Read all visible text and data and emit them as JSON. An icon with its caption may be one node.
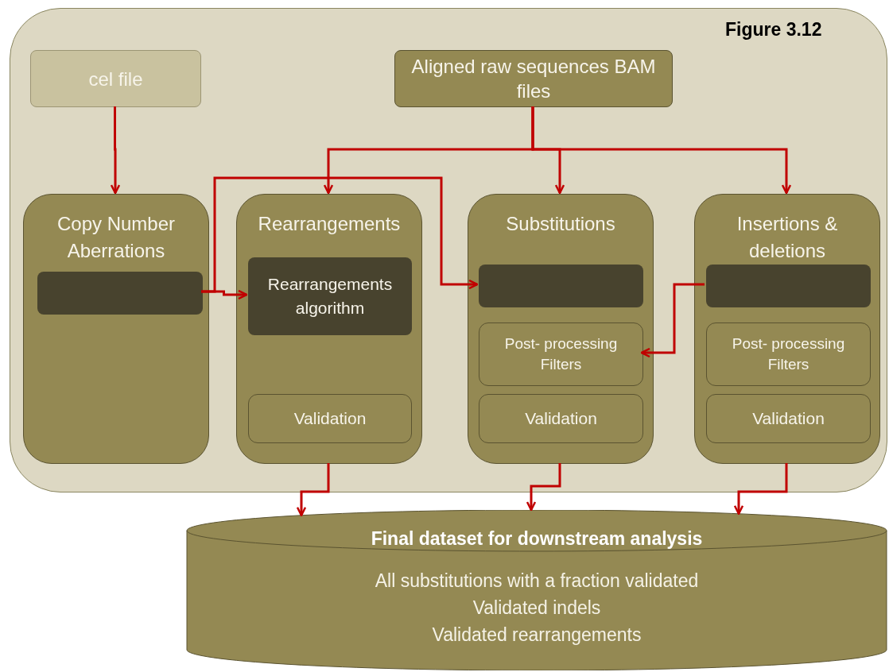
{
  "diagram": {
    "nodes": [
      {
        "text": [],
        "shape": "box"
      },
      {
        "text": [
          "cel file"
        ],
        "in": 0
      },
      {
        "text": [
          "Aligned raw sequences BAM files"
        ],
        "in": 0
      },
      {
        "text": [
          "Copy Number Aberrations"
        ],
        "in": 0
      },
      {
        "text": [],
        "shape": "box",
        "in": 3
      },
      {
        "text": [
          "Rearrangements"
        ],
        "in": 0
      },
      {
        "text": [
          "Rearrangements algorithm"
        ],
        "in": 5
      },
      {
        "text": [
          "Validation"
        ],
        "in": 5
      },
      {
        "text": [
          "Substitutions"
        ],
        "in": 0
      },
      {
        "text": [],
        "shape": "box",
        "in": 8
      },
      {
        "text": [
          "Post- processing Filters"
        ],
        "in": 8
      },
      {
        "text": [
          "Validation"
        ],
        "in": 8
      },
      {
        "text": [
          "Insertions & deletions"
        ],
        "in": 0
      },
      {
        "text": [],
        "shape": "box",
        "in": 12
      },
      {
        "text": [
          "Post- processing Filters"
        ],
        "in": 12
      },
      {
        "text": [
          "Validation"
        ],
        "in": 12
      },
      {
        "text": [
          "Final dataset for downstream analysis",
          "All substitutions with a fraction validated",
          "Validated indels",
          "Validated rearrangements"
        ]
      }
    ],
    "edges": [
      {
        "from": 1,
        "to": 3,
        "arrow": "to"
      },
      {
        "from": 2,
        "to": 5,
        "arrow": "to"
      },
      {
        "from": 2,
        "to": 8,
        "arrow": "to"
      },
      {
        "from": 2,
        "to": 12,
        "arrow": "to"
      },
      {
        "from": 4,
        "to": 6,
        "arrow": "to"
      },
      {
        "from": 4,
        "to": 9,
        "arrow": "to"
      },
      {
        "from": 13,
        "to": 10,
        "arrow": "to"
      },
      {
        "from": 5,
        "to": 16,
        "arrow": "to"
      },
      {
        "from": 8,
        "to": 16,
        "arrow": "to"
      },
      {
        "from": 12,
        "to": 16,
        "arrow": "to"
      }
    ],
    "labels": [
      "Figure 3.12"
    ]
  }
}
